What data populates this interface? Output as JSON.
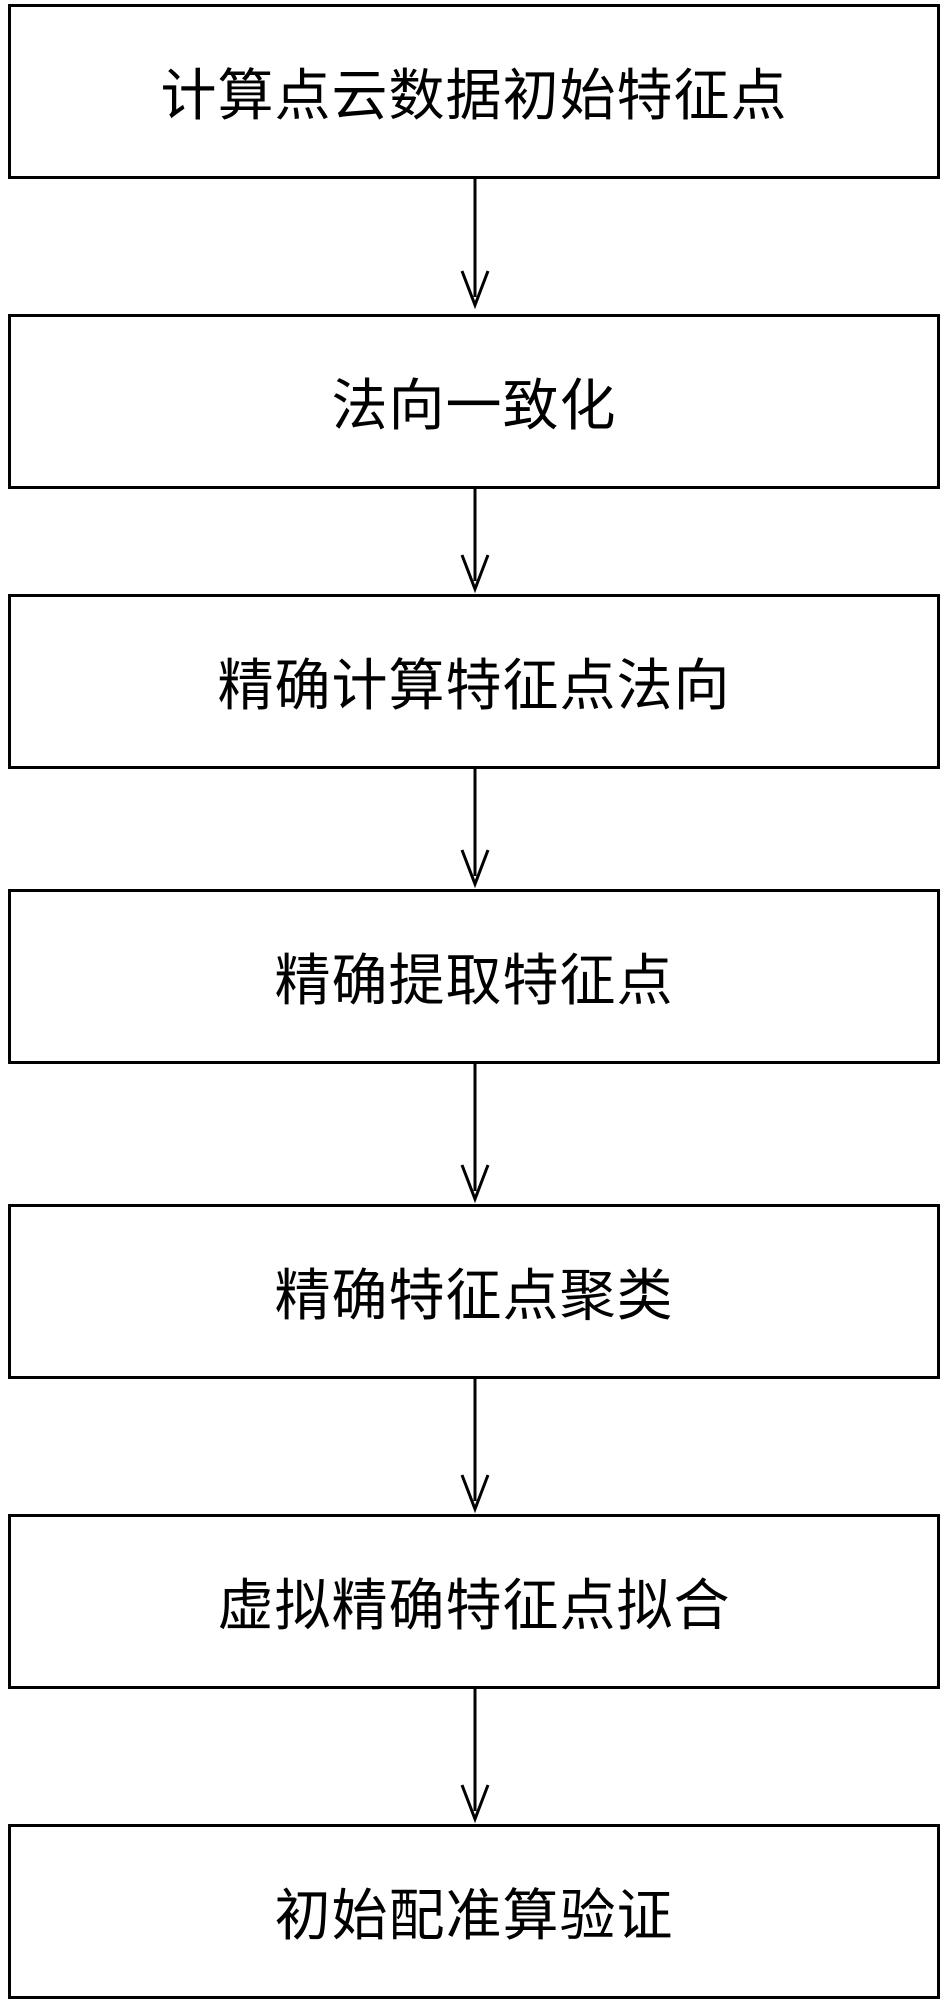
{
  "flowchart": {
    "steps": [
      {
        "label": "计算点云数据初始特征点"
      },
      {
        "label": "法向一致化"
      },
      {
        "label": "精确计算特征点法向"
      },
      {
        "label": "精确提取特征点"
      },
      {
        "label": "精确特征点聚类"
      },
      {
        "label": "虚拟精确特征点拟合"
      },
      {
        "label": "初始配准算验证"
      }
    ]
  }
}
